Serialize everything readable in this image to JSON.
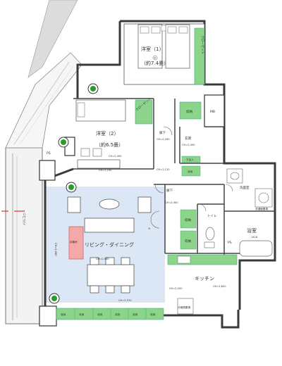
{
  "rooms": {
    "western1": {
      "name": "洋室（1）",
      "size": "（約7.4畳）"
    },
    "western2": {
      "name": "洋室（2）",
      "size": "（約6.5畳）"
    },
    "ldk": {
      "name": "リビング・ダイニング"
    },
    "kitchen": {
      "name": "キッチン"
    },
    "entrance": {
      "name": "玄関"
    },
    "hallway_top": {
      "name": "廊下"
    },
    "hallway_bottom": {
      "name": "廊下"
    },
    "toilet": {
      "name": "トイレ"
    },
    "washroom": {
      "name": "洗面室"
    },
    "bathroom": {
      "name": "浴室",
      "size": "1418"
    },
    "balcony": {
      "name": "バルコニー"
    }
  },
  "labels": {
    "closet": "クローゼット",
    "storage": "収納",
    "shoe_storage": "下足入",
    "mb": "MB",
    "ps": "PS",
    "fridge": "冷蔵庫置場",
    "washer": "洗濯機置場",
    "floor_heating": "床暖房",
    "neighbor": "住戸境",
    "circle_marks": [
      "①",
      "②",
      "④",
      "⑤",
      "⑥"
    ]
  },
  "ceiling_heights": {
    "ch2300": "CH=2,300",
    "ch2230": "CH=2,230",
    "ch2120": "CH=2,120",
    "ch2200": "CH=2,200",
    "ch2500": "CH=2,500",
    "ch2820": "CH=2,820",
    "ch2370": "CH=2,370",
    "ch2080": "CH=2,080",
    "ch2300b": "CH=2,300"
  },
  "colors": {
    "wall": "#3a3a3a",
    "storage_green": "#8cd48a",
    "floor_blue": "#dbe7f4",
    "balcony_gray": "#ececec"
  }
}
